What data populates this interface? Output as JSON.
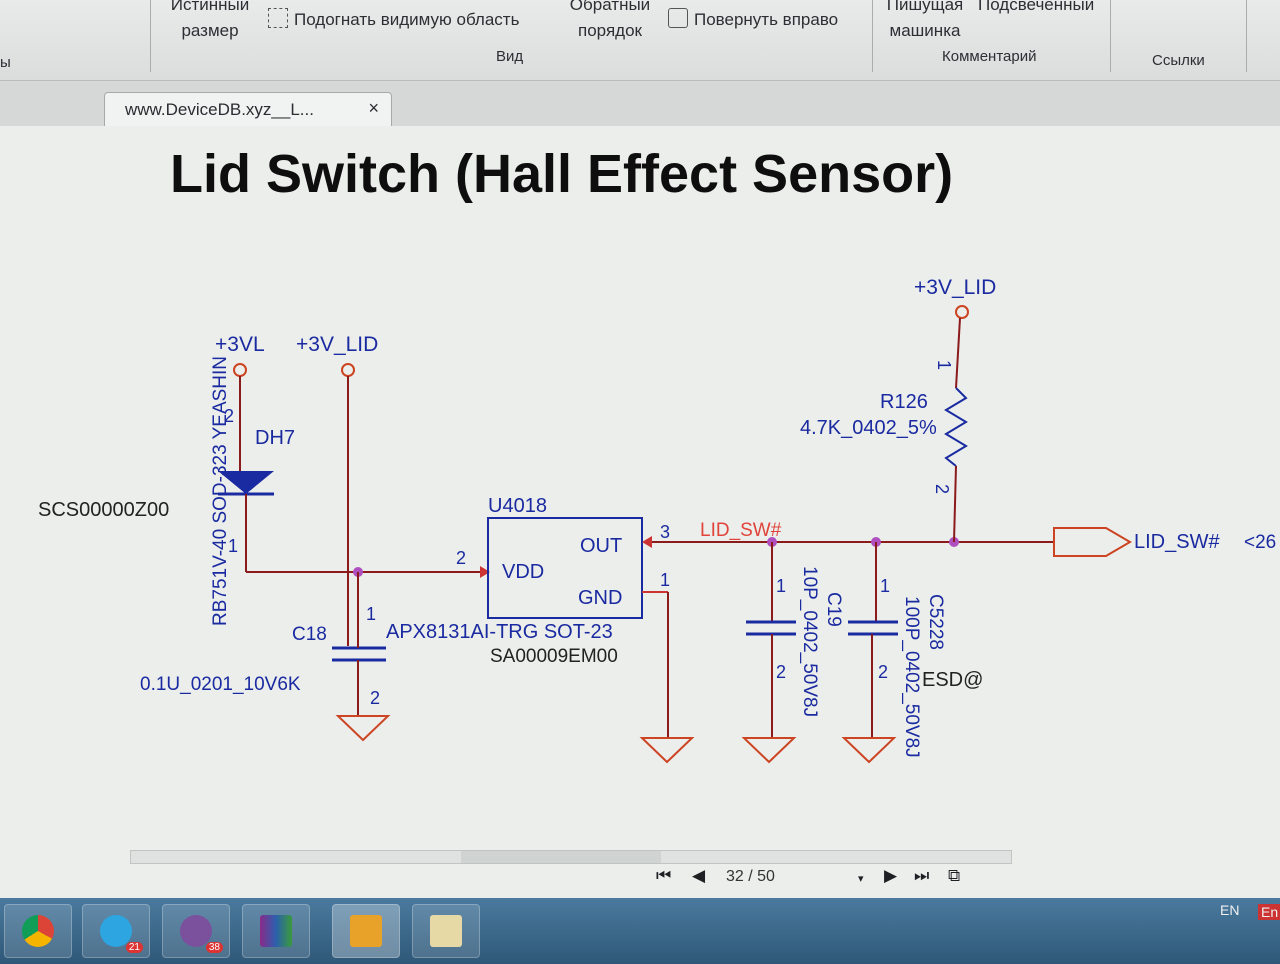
{
  "ribbon": {
    "btn_actual_size_l1": "Истинный",
    "btn_actual_size_l2": "размер",
    "btn_fit_visible": "Подогнать видимую область",
    "btn_reverse_order_l1": "Обратный",
    "btn_reverse_order_l2": "порядок",
    "btn_rotate_right": "Повернуть вправо",
    "btn_typewriter_l1": "Пишущая",
    "btn_typewriter_l2": "машинка",
    "btn_highlighted": "Подсвеченный",
    "group_view": "Вид",
    "group_comment": "Комментарий",
    "group_links": "Ссылки",
    "group_left_partial": "ы"
  },
  "tab": {
    "label": "www.DeviceDB.xyz__L...",
    "close": "×"
  },
  "schematic": {
    "title": "Lid Switch  (Hall Effect Sensor)",
    "power_3vl": "+3VL",
    "power_3v_lid_left": "+3V_LID",
    "power_3v_lid_right": "+3V_LID",
    "diode_ref": "DH7",
    "diode_part": "RB751V-40 SOD-323 YEASHIN",
    "diode_code": "SCS00000Z00",
    "diode_pin2": "2",
    "diode_pin1": "1",
    "ic_ref": "U4018",
    "ic_vdd": "VDD",
    "ic_out": "OUT",
    "ic_gnd": "GND",
    "ic_pin2": "2",
    "ic_pin3": "3",
    "ic_pin1": "1",
    "ic_part": "APX8131AI-TRG SOT-23",
    "ic_code": "SA00009EM00",
    "c18_ref": "C18",
    "c18_val": "0.1U_0201_10V6K",
    "c18_pin1": "1",
    "c18_pin2": "2",
    "net_lid_sw_local": "LID_SW#",
    "c19_ref": "C19",
    "c19_val": "10P_0402_50V8J",
    "c19_pin1": "1",
    "c19_pin2": "2",
    "c5228_ref": "C5228",
    "c5228_val": "100P_0402_50V8J",
    "c5228_opt": "ESD@",
    "c5228_pin1": "1",
    "c5228_pin2": "2",
    "r126_ref": "R126",
    "r126_val": "4.7K_0402_5%",
    "r126_pin1": "1",
    "r126_pin2": "2",
    "offpage_net": "LID_SW#",
    "offpage_ref": "<26"
  },
  "pager": {
    "page": "32 / 50"
  },
  "taskbar": {
    "telegram_badge": "21",
    "viber_badge": "38",
    "lang1": "EN",
    "lang2": "En"
  }
}
